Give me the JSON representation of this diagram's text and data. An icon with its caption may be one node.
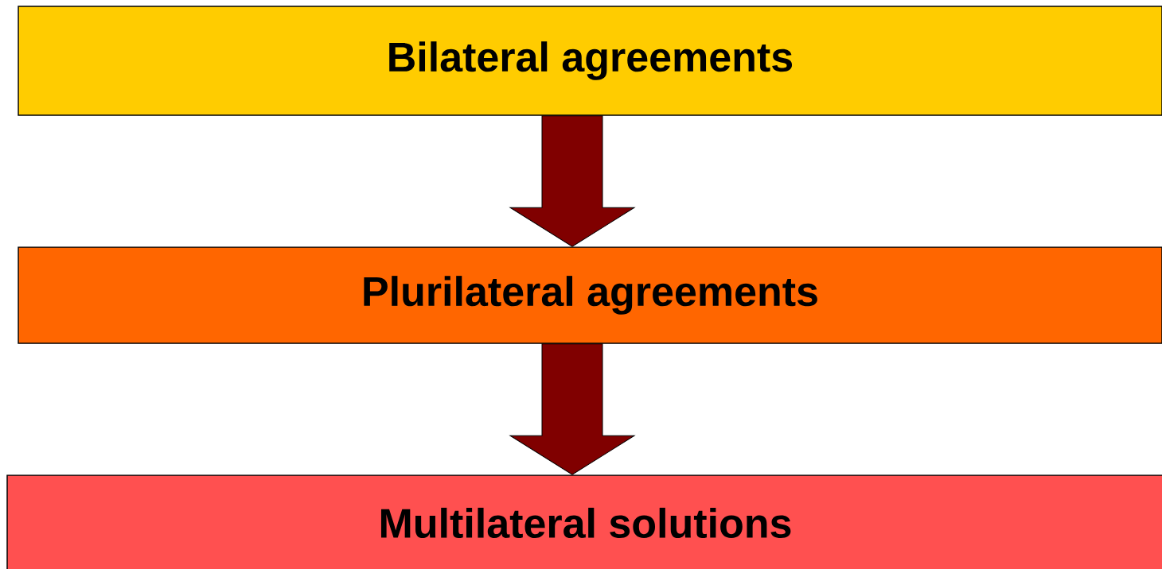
{
  "diagram": {
    "nodes": [
      {
        "text": [
          "Bilateral agreements"
        ]
      },
      {
        "text": [
          "Plurilateral agreements"
        ]
      },
      {
        "text": [
          "Multilateral solutions"
        ]
      }
    ],
    "edges": [
      {
        "from": 0,
        "to": 1,
        "arrow": "to"
      },
      {
        "from": 1,
        "to": 2,
        "arrow": "to"
      }
    ]
  }
}
